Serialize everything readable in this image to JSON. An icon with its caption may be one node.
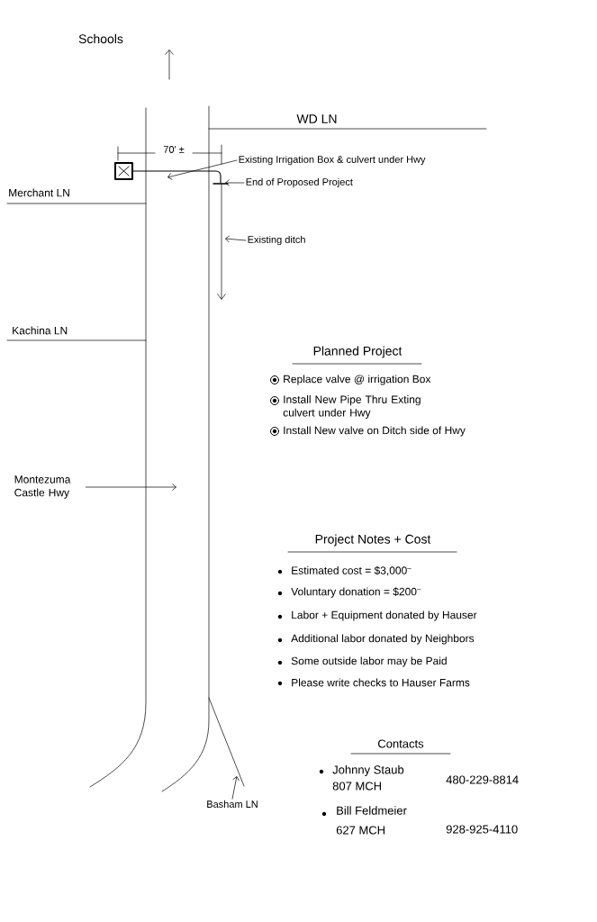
{
  "diagram": {
    "nodes": [
      {
        "text": [
          "Existing Irrigation Box & culvert under Hwy"
        ]
      },
      {
        "text": [
          "End of Proposed Project"
        ]
      },
      {
        "text": [
          "Existing ditch"
        ]
      },
      {
        "text": [
          "Montezuma Castle Hwy"
        ]
      },
      {
        "text": [
          "Basham LN"
        ]
      }
    ],
    "edges": [
      {
        "from": 0,
        "to": null,
        "arrow": "to"
      },
      {
        "from": 1,
        "to": null,
        "arrow": "to"
      },
      {
        "from": 2,
        "to": null,
        "arrow": "to"
      },
      {
        "from": 3,
        "to": null,
        "arrow": "to"
      },
      {
        "from": 4,
        "to": null,
        "arrow": "to"
      }
    ],
    "labels": [
      "Schools",
      "WD LN",
      "70' ±",
      "Merchant LN",
      "Kachina LN",
      "Planned Project",
      "Replace valve @ irrigation Box",
      "Install New Pipe Thru Exting culvert under Hwy",
      "Install New valve on Ditch side of Hwy",
      "Project Notes + Cost",
      "Estimated cost = $3,000$^{–}$",
      "Voluntary donation = $200$^{–}$",
      "Labor + Equipment donated by Hauser",
      "Additional labor donated by Neighbors",
      "Some outside labor may be Paid",
      "Please write checks to Hauser Farms",
      "Contacts",
      "Johnny Staub",
      "807 MCH",
      "480-229-8814",
      "Bill Feldmeier",
      "627 MCH",
      "928-925-4110"
    ]
  }
}
